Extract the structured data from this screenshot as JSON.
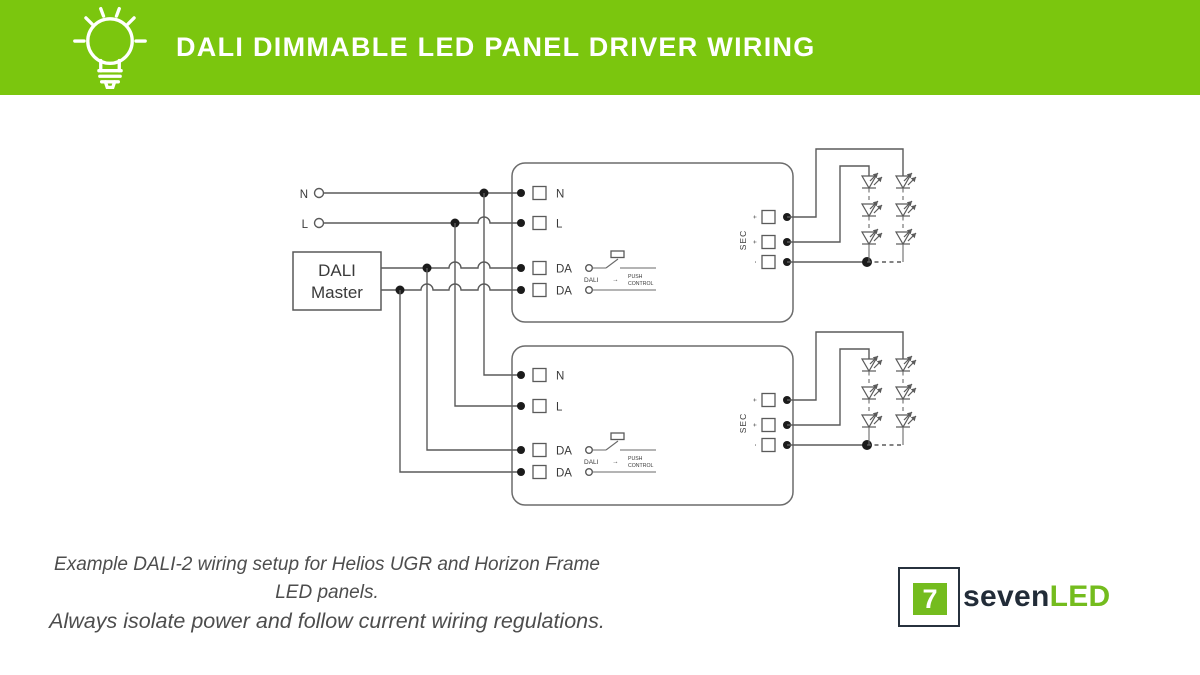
{
  "header": {
    "title": "DALI DIMMABLE LED PANEL DRIVER WIRING",
    "background_color": "#7bc60e",
    "icon": "lightbulb-icon"
  },
  "diagram": {
    "mains": {
      "neutral": "N",
      "live": "L"
    },
    "dali_master": {
      "label_line1": "DALI",
      "label_line2": "Master"
    },
    "drivers": {
      "input_terminals": [
        "N",
        "L",
        "DA",
        "DA"
      ],
      "dali_input_label": "DALI",
      "arrow_glyph": "→",
      "push_control_line1": "PUSH",
      "push_control_line2": "CONTROL",
      "sec_label": "SEC",
      "sec_terminals": [
        "+",
        "+",
        "-"
      ]
    }
  },
  "caption": {
    "line1": "Example DALI-2 wiring setup for Helios UGR and Horizon Frame LED panels.",
    "line2": "Always isolate power and follow current wiring regulations."
  },
  "logo": {
    "mark": "7",
    "brand_prefix": "seven",
    "brand_suffix": "LED",
    "green": "#74bc1e",
    "navy": "#222c38"
  }
}
